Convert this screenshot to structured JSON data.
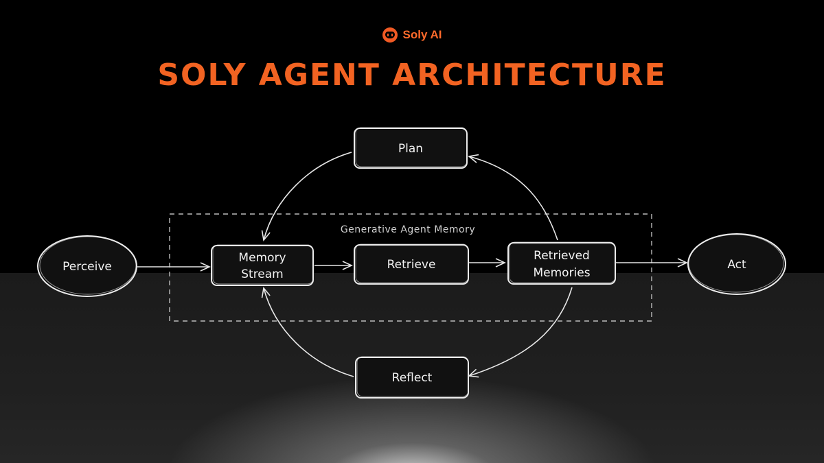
{
  "brand": {
    "name": "Soly AI",
    "logo_icon": "soly-face-icon",
    "accent": "#f15a24"
  },
  "title": "SOLY AGENT ARCHITECTURE",
  "memory_group": {
    "label": "Generative Agent Memory"
  },
  "nodes": {
    "perceive": "Perceive",
    "memory_stream": [
      "Memory",
      "Stream"
    ],
    "retrieve": "Retrieve",
    "retrieved_memories": [
      "Retrieved",
      "Memories"
    ],
    "act": "Act",
    "plan": "Plan",
    "reflect": "Reflect"
  },
  "edges": [
    {
      "from": "Perceive",
      "to": "Memory Stream"
    },
    {
      "from": "Memory Stream",
      "to": "Retrieve"
    },
    {
      "from": "Retrieve",
      "to": "Retrieved Memories"
    },
    {
      "from": "Retrieved Memories",
      "to": "Act"
    },
    {
      "from": "Retrieved Memories",
      "to": "Plan"
    },
    {
      "from": "Plan",
      "to": "Memory Stream"
    },
    {
      "from": "Retrieved Memories",
      "to": "Reflect"
    },
    {
      "from": "Reflect",
      "to": "Memory Stream"
    }
  ]
}
